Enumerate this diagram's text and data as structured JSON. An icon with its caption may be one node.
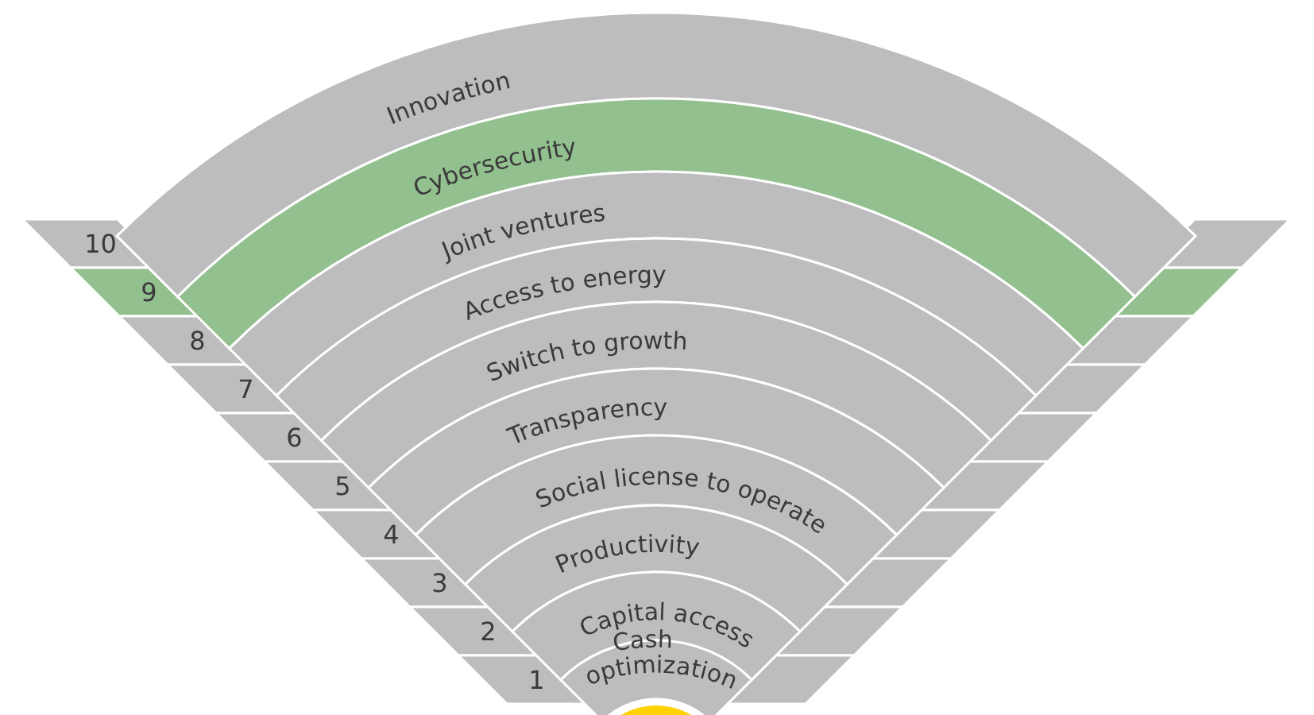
{
  "diagram": {
    "nodes": [
      {
        "text": [
          "Innovation"
        ]
      },
      {
        "text": [
          "Cybersecurity"
        ]
      },
      {
        "text": [
          "Joint ventures"
        ]
      },
      {
        "text": [
          "Access to energy"
        ]
      },
      {
        "text": [
          "Switch to growth"
        ]
      },
      {
        "text": [
          "Transparency"
        ]
      },
      {
        "text": [
          "Social license to operate"
        ]
      },
      {
        "text": [
          "Productivity"
        ]
      },
      {
        "text": [
          "Capital access"
        ]
      },
      {
        "text": [
          "Cash optimization"
        ]
      }
    ],
    "labels": [
      "10",
      "9",
      "8",
      "7",
      "6",
      "5",
      "4",
      "3",
      "2",
      "1"
    ]
  }
}
